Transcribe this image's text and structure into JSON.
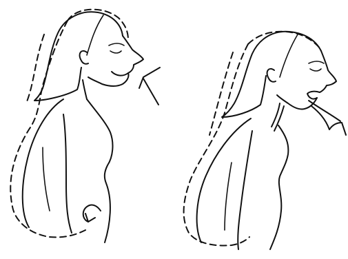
{
  "figure": {
    "panels": [
      {
        "id": "inhale",
        "airflow_direction": "into-nose",
        "posture": "upright"
      },
      {
        "id": "exhale",
        "airflow_direction": "out-of-mouth",
        "posture": "relaxed-slightly-forward"
      }
    ],
    "colors": {
      "ink": "#111111",
      "background": "#ffffff"
    },
    "icons": [
      "inhale-arrow-icon",
      "exhale-arrow-icon",
      "abdomen-expansion-arrow-icon"
    ]
  }
}
